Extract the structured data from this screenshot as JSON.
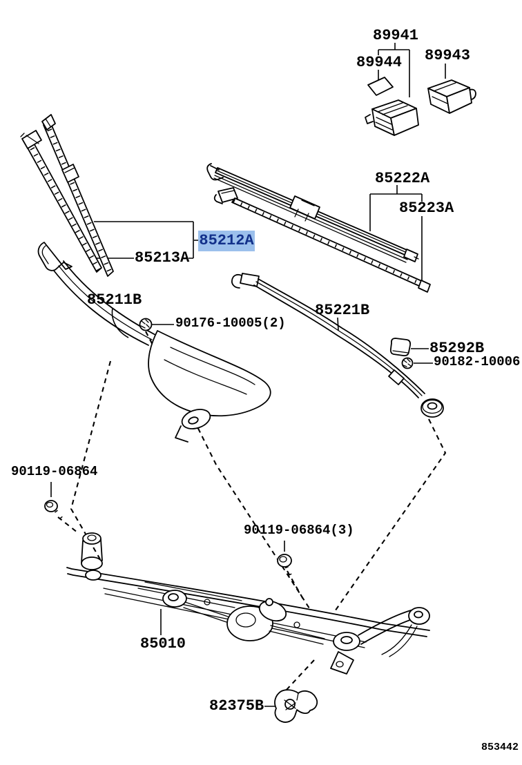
{
  "diagram": {
    "code": "853442",
    "background_color": "#ffffff",
    "line_color": "#000000",
    "highlight": {
      "part": "85212A",
      "background": "#9CC0EC",
      "text_color": "#12308A"
    },
    "labels": [
      {
        "id": "89941",
        "text": "89941"
      },
      {
        "id": "89944",
        "text": "89944"
      },
      {
        "id": "89943",
        "text": "89943"
      },
      {
        "id": "85222A",
        "text": "85222A"
      },
      {
        "id": "85223A",
        "text": "85223A"
      },
      {
        "id": "85212A",
        "text": "85212A",
        "highlighted": true
      },
      {
        "id": "85213A",
        "text": "85213A"
      },
      {
        "id": "85211B",
        "text": "85211B"
      },
      {
        "id": "90176-10005",
        "text": "90176-10005(2)"
      },
      {
        "id": "85221B",
        "text": "85221B"
      },
      {
        "id": "85292B",
        "text": "85292B"
      },
      {
        "id": "90182-10006",
        "text": "90182-10006"
      },
      {
        "id": "90119-06864",
        "text": "90119-06864"
      },
      {
        "id": "90119-06864-3",
        "text": "90119-06864(3)"
      },
      {
        "id": "85010",
        "text": "85010"
      },
      {
        "id": "82375B",
        "text": "82375B"
      }
    ]
  }
}
